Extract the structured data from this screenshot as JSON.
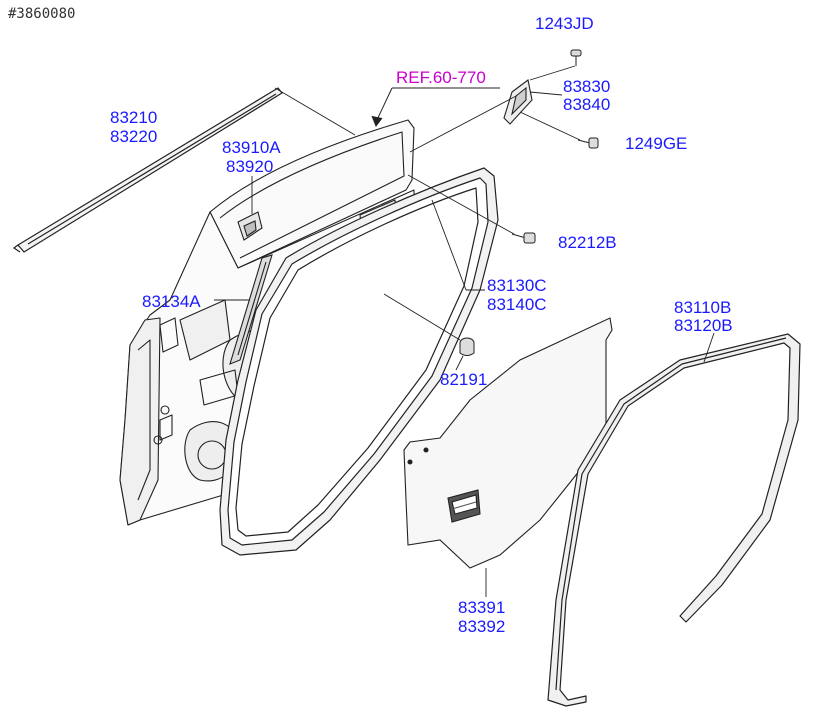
{
  "diagram_id": "#3860080",
  "ref_label": "REF.60-770",
  "parts": {
    "p83210": "83210",
    "p83220": "83220",
    "p83910A": "83910A",
    "p83920": "83920",
    "p83134A": "83134A",
    "p1243JD": "1243JD",
    "p83830": "83830",
    "p83840": "83840",
    "p1249GE": "1249GE",
    "p82212B": "82212B",
    "p83130C": "83130C",
    "p83140C": "83140C",
    "p82191": "82191",
    "p83110B": "83110B",
    "p83120B": "83120B",
    "p83391": "83391",
    "p83392": "83392"
  },
  "colors": {
    "label": "#1a1aff",
    "ref": "#cc00cc",
    "line": "#222222"
  }
}
